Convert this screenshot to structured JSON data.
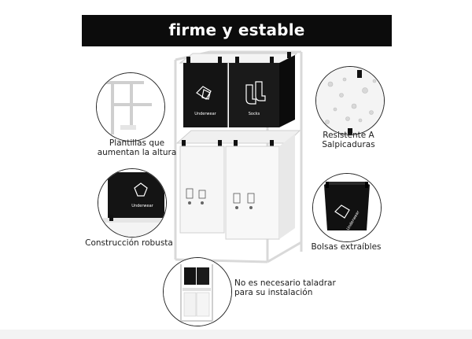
{
  "banner": {
    "title": "firme y estable"
  },
  "features": {
    "height_pads": {
      "line1": "Plantillas que",
      "line2": "aumentan la altura"
    },
    "splash": {
      "line1": "Resistente A",
      "line2": "Salpicaduras"
    },
    "robust": {
      "line1": "Construcción robusta"
    },
    "removable_bags": {
      "line1": "Bolsas extraíbles"
    },
    "no_drill": {
      "line1": "No es necesario taladrar",
      "line2": "para su instalación"
    }
  },
  "product": {
    "bag_labels": {
      "underwear": "Underwear",
      "socks": "Socks"
    }
  },
  "colors": {
    "banner": "#0c0c0c",
    "bag_dark": "#151515",
    "bag_light": "#f2f2f2",
    "frame": "#e6e6e6"
  }
}
